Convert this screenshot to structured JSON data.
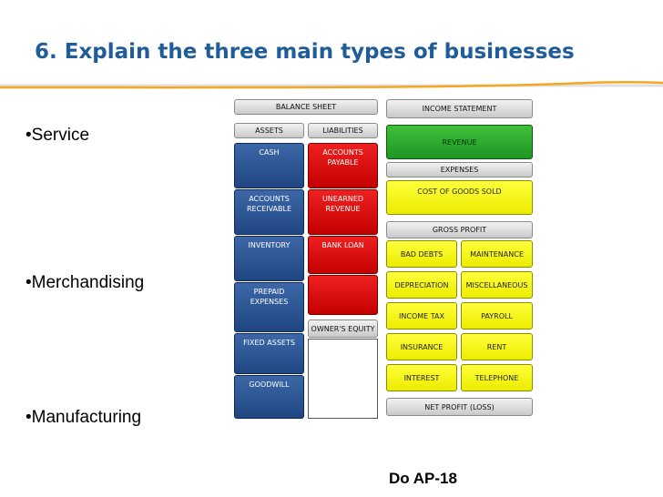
{
  "title": "6. Explain the three main types of businesses",
  "bullets": [
    "•Service",
    "•Merchandising",
    "•Manufacturing"
  ],
  "diagram": {
    "balance_sheet": "BALANCE SHEET",
    "assets_header": "ASSETS",
    "liabilities_header": "LIABILITIES",
    "assets": [
      "CASH",
      "ACCOUNTS RECEIVABLE",
      "INVENTORY",
      "PREPAID EXPENSES",
      "FIXED ASSETS",
      "GOODWILL"
    ],
    "liabilities": [
      "ACCOUNTS PAYABLE",
      "UNEARNED REVENUE",
      "BANK LOAN"
    ],
    "owners_equity": "OWNER'S EQUITY",
    "income_statement": "INCOME STATEMENT",
    "revenue": "REVENUE",
    "expenses": "EXPENSES",
    "cogs": "COST OF GOODS SOLD",
    "gross_profit": "GROSS PROFIT",
    "expense_items": [
      [
        "BAD DEBTS",
        "MAINTENANCE"
      ],
      [
        "DEPRECIATION",
        "MISCELLANEOUS"
      ],
      [
        "INCOME TAX",
        "PAYROLL"
      ],
      [
        "INSURANCE",
        "RENT"
      ],
      [
        "INTEREST",
        "TELEPHONE"
      ]
    ],
    "net_profit": "NET PROFIT (LOSS)"
  },
  "footer": "Do AP-18",
  "colors": {
    "title": "#1f5c99",
    "asset_blue": "#2a5597",
    "liability_red": "#e01010",
    "revenue_green": "#2daa2f",
    "expense_yellow": "#f6f60c",
    "header_gray": "#d9d9d9",
    "rule_orange": "#f5a623"
  }
}
